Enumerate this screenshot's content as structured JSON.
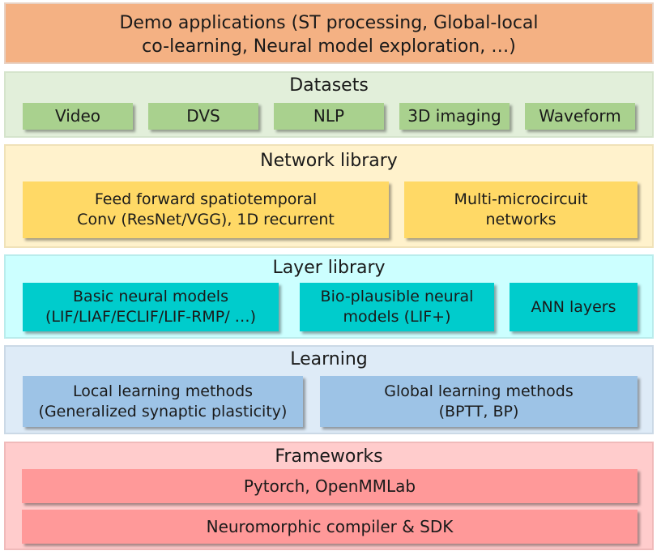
{
  "demo": {
    "line1": "Demo applications (ST processing, Global-local",
    "line2": "co-learning, Neural model exploration, …)"
  },
  "datasets": {
    "title": "Datasets",
    "items": [
      "Video",
      "DVS",
      "NLP",
      "3D imaging",
      "Waveform"
    ]
  },
  "network": {
    "title": "Network library",
    "boxes": [
      {
        "line1": "Feed forward spatiotemporal",
        "line2": "Conv (ResNet/VGG), 1D recurrent"
      },
      {
        "line1": "Multi-microcircuit",
        "line2": "networks"
      }
    ]
  },
  "layer": {
    "title": "Layer library",
    "boxes": [
      {
        "line1": "Basic neural models",
        "line2": "(LIF/LIAF/ECLIF/LIF-RMP/ …)"
      },
      {
        "line1": "Bio-plausible neural",
        "line2": "models (LIF+)"
      },
      {
        "line1": "ANN layers"
      }
    ]
  },
  "learning": {
    "title": "Learning",
    "boxes": [
      {
        "line1": "Local learning methods",
        "line2": "(Generalized synaptic plasticity)"
      },
      {
        "line1": "Global learning methods",
        "line2": "(BPTT, BP)"
      }
    ]
  },
  "frameworks": {
    "title": "Frameworks",
    "items": [
      "Pytorch, OpenMMLab",
      "Neuromorphic compiler & SDK"
    ]
  },
  "colors": {
    "demo": "#f4b183",
    "datasets_bg": "#e2efda",
    "datasets_box": "#a9d18e",
    "network_bg": "#fff2cc",
    "network_box": "#ffd966",
    "layer_bg": "#ccffff",
    "layer_box": "#00cccc",
    "learning_bg": "#deebf7",
    "learning_box": "#9dc3e6",
    "frameworks_bg": "#ffcccc",
    "frameworks_box": "#ff9999"
  }
}
